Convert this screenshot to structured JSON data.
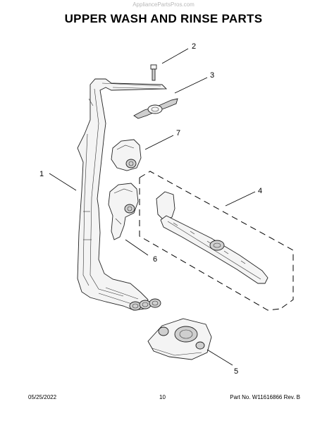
{
  "watermark": "AppliancePartsPros.com",
  "title": "UPPER WASH AND RINSE PARTS",
  "callouts": {
    "c1": "1",
    "c2": "2",
    "c3": "3",
    "c4": "4",
    "c5": "5",
    "c6": "6",
    "c7": "7"
  },
  "footer": {
    "date": "05/25/2022",
    "page": "10",
    "part": "Part No. W11616866  Rev. B"
  }
}
